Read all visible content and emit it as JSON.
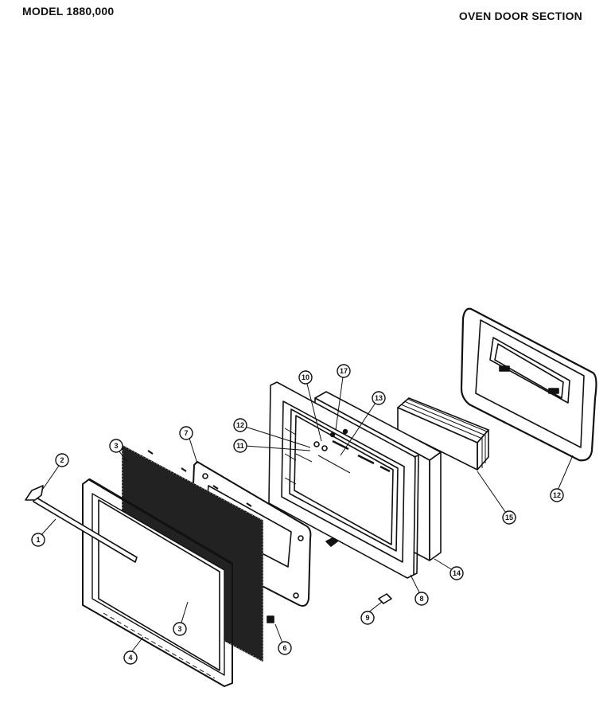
{
  "header": {
    "model": "MODEL 1880,000",
    "section": "OVEN DOOR SECTION"
  },
  "callouts": [
    "1",
    "2",
    "3",
    "3",
    "4",
    "6",
    "7",
    "8",
    "9",
    "10",
    "11",
    "12",
    "13",
    "14",
    "15",
    "12",
    "17"
  ]
}
